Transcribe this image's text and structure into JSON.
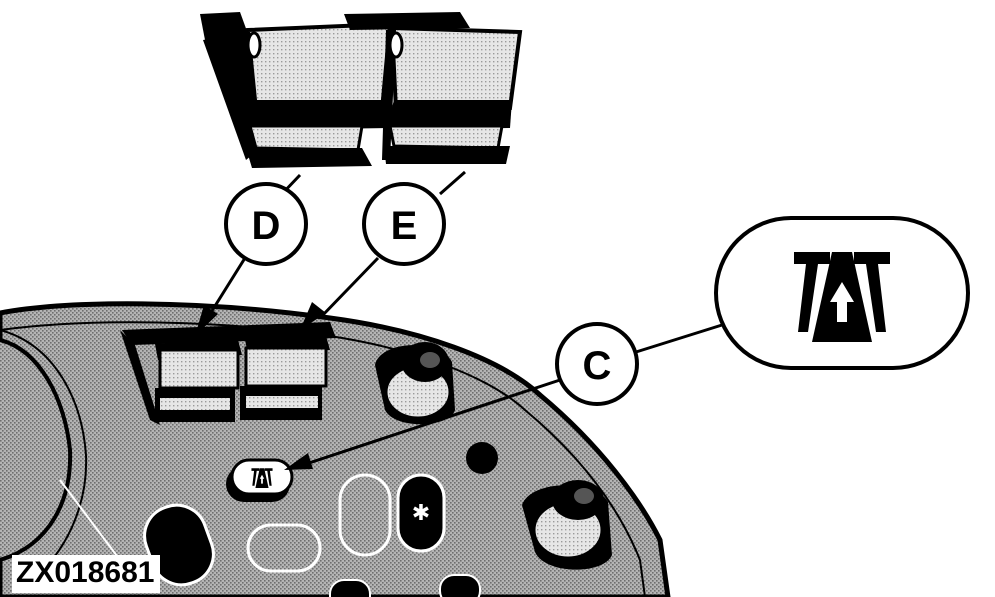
{
  "callouts": {
    "c": "C",
    "d": "D",
    "e": "E"
  },
  "figure_id": "ZX018681",
  "colors": {
    "ink": "#000000",
    "paper": "#ffffff",
    "panel_shade": "#9a9a9a",
    "key_shade": "#c8c8c8"
  },
  "icons": [
    "cruise-control-icon"
  ]
}
